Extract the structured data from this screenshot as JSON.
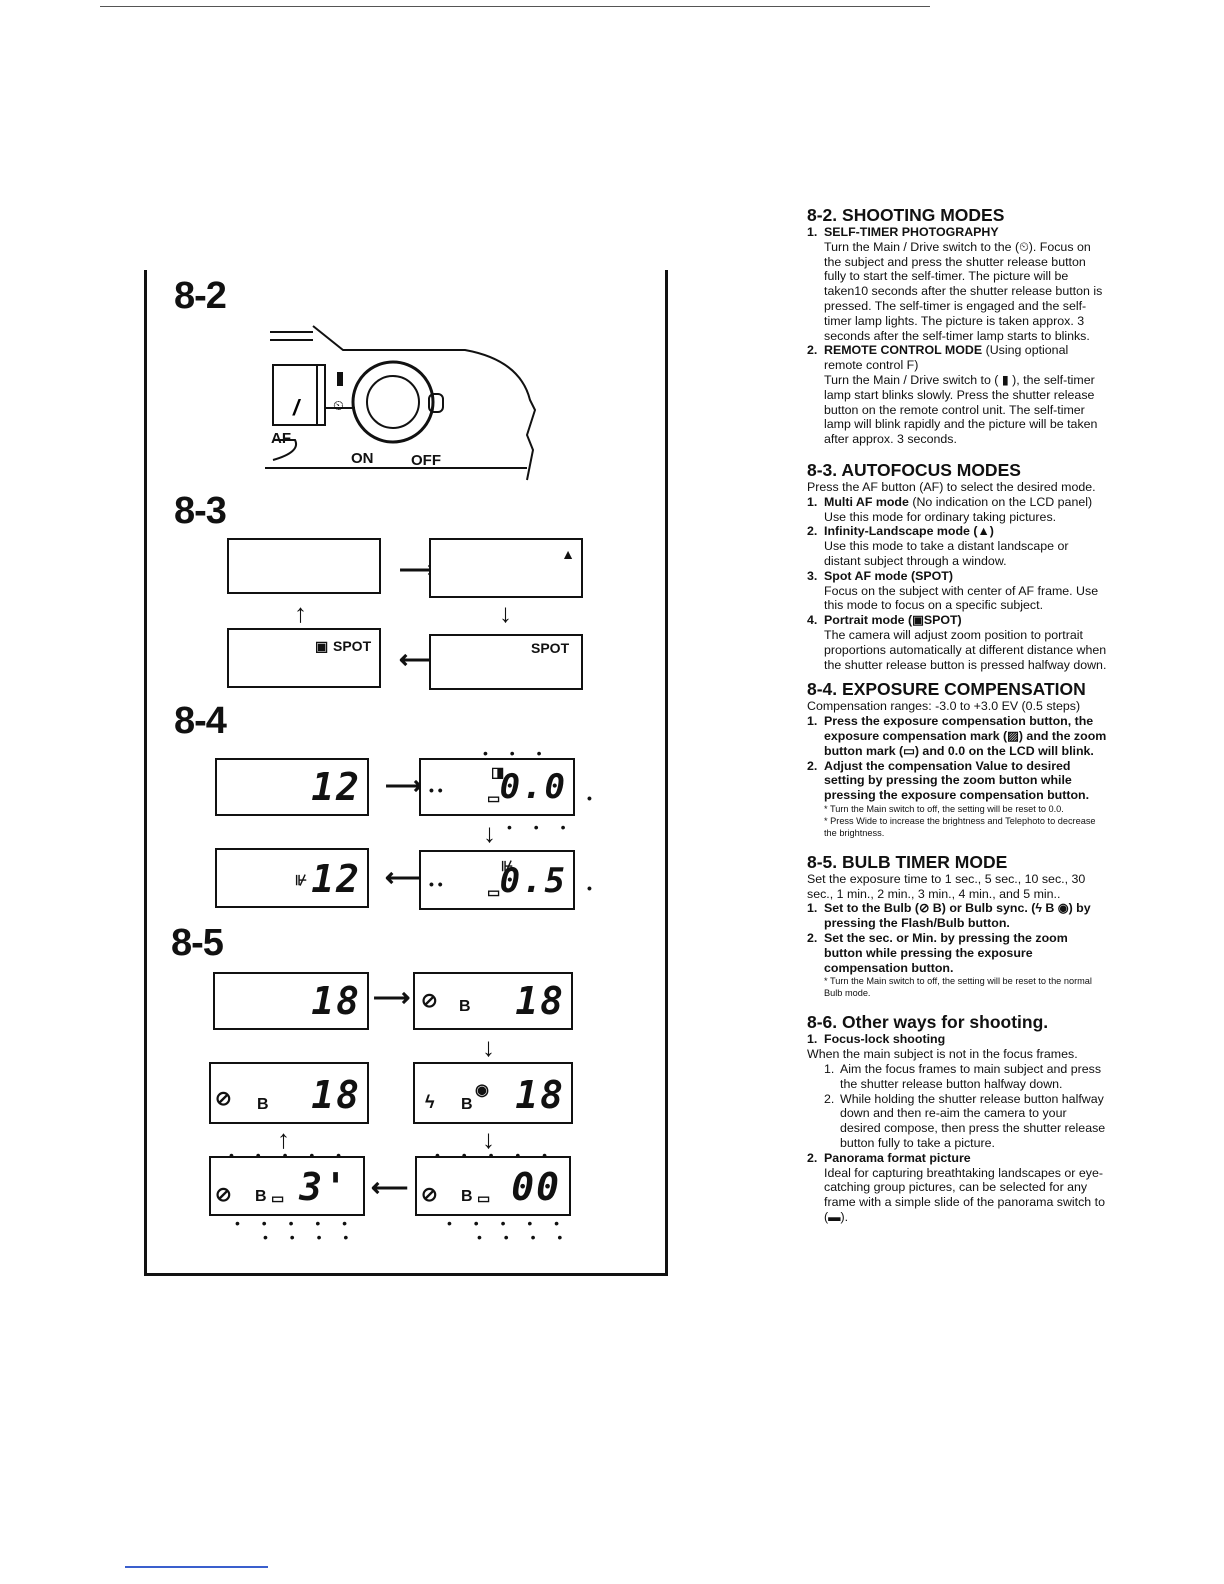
{
  "figure": {
    "label_8_2": "8-2",
    "label_8_3": "8-3",
    "label_8_4": "8-4",
    "label_8_5": "8-5",
    "camera": {
      "af_label": "AF",
      "on_label": "ON",
      "off_label": "OFF"
    },
    "fig83": {
      "spot_label": "SPOT",
      "portrait_spot_label": "SPOT"
    },
    "fig84": {
      "count_a": "12",
      "value_a": "0.0",
      "count_b": "12",
      "value_b": "0.5"
    },
    "fig85": {
      "count": "18",
      "bulb_label": "B",
      "min_value": "3'",
      "sec_value": "00"
    }
  },
  "sections": {
    "s82": {
      "heading": "8-2. SHOOTING MODES",
      "item1_title": "SELF-TIMER PHOTOGRAPHY",
      "item1_text": "Turn the Main / Drive switch to the (⏲). Focus on the subject and press the shutter release button fully to start the self-timer. The picture will be taken10 seconds after the shutter release button is pressed. The self-timer is engaged and the self-timer lamp lights. The picture is taken approx. 3 seconds after the self-timer lamp starts to blinks.",
      "item2_title": "REMOTE CONTROL MODE",
      "item2_title_rest": "(Using optional remote control F)",
      "item2_text": "Turn the Main / Drive switch to ( ▮ ), the self-timer lamp start blinks slowly. Press the shutter release button on the remote control unit. The self-timer lamp will blink rapidly and the picture will be taken after approx. 3 seconds."
    },
    "s83": {
      "heading": "8-3. AUTOFOCUS MODES",
      "intro": "Press the AF button (AF) to select the desired mode.",
      "item1_title": "Multi AF mode",
      "item1_rest": "(No indication on the LCD panel)",
      "item1_text": "Use this mode for ordinary taking pictures.",
      "item2_title": "Infinity-Landscape mode (▲)",
      "item2_text": "Use this mode to take a distant landscape or distant subject through a window.",
      "item3_title": "Spot AF mode (SPOT)",
      "item3_text": "Focus on the subject with center of AF frame. Use this mode to focus on a specific subject.",
      "item4_title": "Portrait mode (▣SPOT)",
      "item4_text": "The camera will adjust zoom position to portrait proportions automatically at different distance when the shutter release button is pressed halfway down."
    },
    "s84": {
      "heading": "8-4. EXPOSURE COMPENSATION",
      "intro": "Compensation ranges: -3.0 to +3.0 EV (0.5 steps)",
      "item1": "Press the exposure compensation button, the exposure compensation mark (▨) and the zoom button mark (▭) and 0.0 on the LCD will blink.",
      "item2": "Adjust the compensation Value to desired setting by pressing the zoom button while pressing the exposure compensation button.",
      "note1": "* Turn the Main switch to off, the setting will be reset to 0.0.",
      "note2": "* Press Wide to increase the brightness and Telephoto to decrease the brightness."
    },
    "s85": {
      "heading": "8-5. BULB TIMER MODE",
      "intro": "Set the exposure time to 1 sec., 5 sec., 10 sec., 30 sec., 1 min., 2 min., 3 min., 4 min., and 5 min..",
      "item1": "Set to the Bulb (⊘ B) or Bulb sync. (ϟ B ◉) by pressing the Flash/Bulb button.",
      "item2": "Set the sec. or Min. by pressing the zoom button while pressing the exposure compensation button.",
      "note1": "* Turn the Main switch to off, the setting will be reset to the normal Bulb mode."
    },
    "s86": {
      "heading": "8-6. Other ways for shooting.",
      "item1_title": "Focus-lock shooting",
      "item1_intro": "When the main subject is not in the focus frames.",
      "step1": "Aim the focus frames to main subject and press the shutter release button halfway down.",
      "step2": "While holding the shutter release button halfway down and then re-aim the camera to your desired compose, then press the shutter release button fully to take a picture.",
      "item2_title": "Panorama format picture",
      "item2_text": "Ideal for capturing breathtaking landscapes or eye-catching group pictures, can be selected for any frame with a simple slide of the panorama switch to (▬)."
    }
  }
}
